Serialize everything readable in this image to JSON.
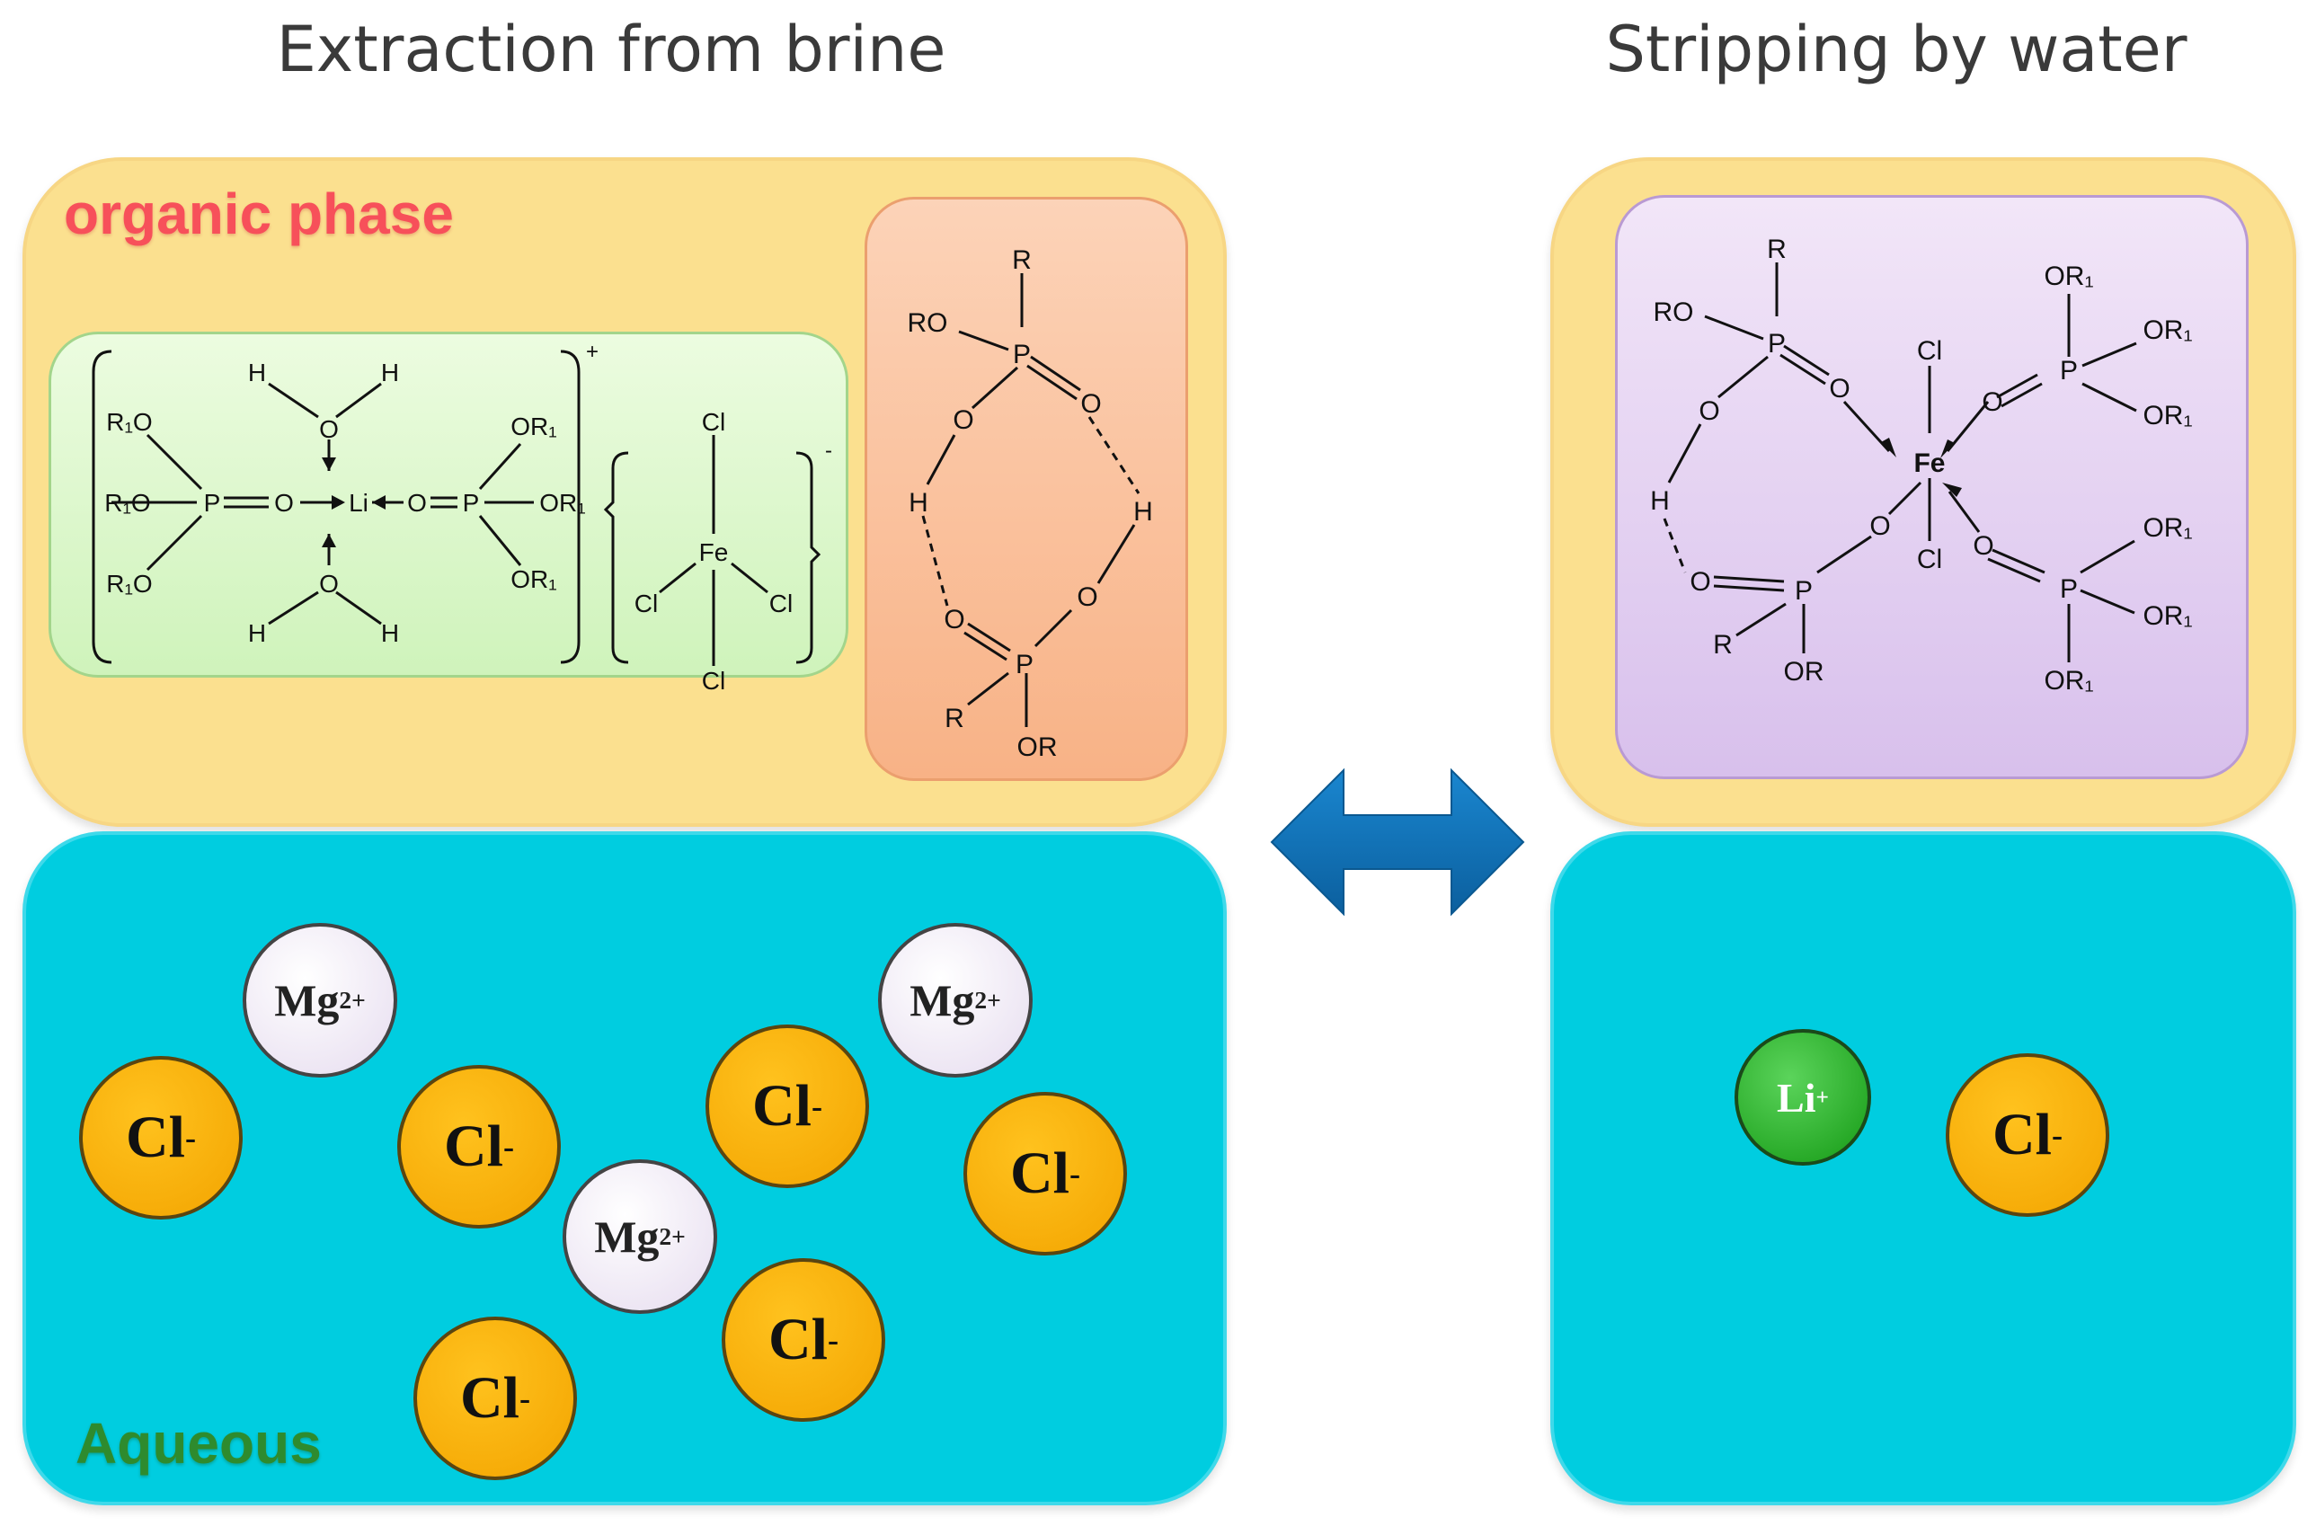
{
  "titles": {
    "left": "Extraction from brine",
    "right": "Stripping by water"
  },
  "labels": {
    "organic": "organic phase",
    "aqueous": "Aqueous"
  },
  "colors": {
    "organic": "#fbe08f",
    "aqueous": "#00cde0",
    "organic_label": "#f7505a",
    "aqueous_label": "#2e8b2e",
    "arrow": "#0d72b8"
  },
  "ions": {
    "cl": "Cl",
    "cl_charge": "-",
    "mg": "Mg",
    "mg_charge": "2+",
    "li": "Li",
    "li_charge": "+"
  },
  "chem": {
    "li_complex": {
      "h": "H",
      "o": "O",
      "li": "Li",
      "p": "P",
      "r1o": "R₁O",
      "or1": "OR₁",
      "plus": "+"
    },
    "fecl4": {
      "fe": "Fe",
      "cl": "Cl",
      "minus": "-"
    },
    "dimer": {
      "r": "R",
      "ro": "RO",
      "or": "OR",
      "o": "O",
      "p": "P",
      "h": "H"
    },
    "fe_complex": {
      "r": "R",
      "ro": "RO",
      "or": "OR",
      "or1": "OR₁",
      "o": "O",
      "p": "P",
      "h": "H",
      "fe": "Fe",
      "cl": "Cl"
    }
  }
}
